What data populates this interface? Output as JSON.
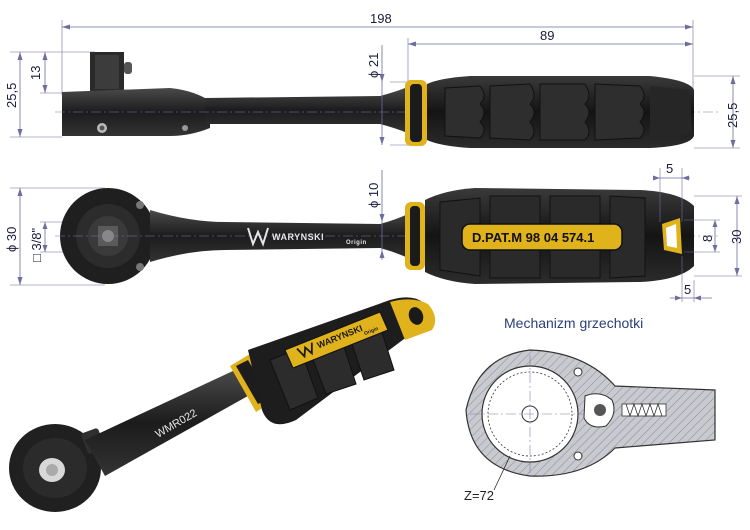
{
  "dimensions": {
    "overall_length": "198",
    "handle_length": "89",
    "head_height_total": "25,5",
    "drive_height": "13",
    "handle_diameter_side": "ϕ 21",
    "handle_end_height": "25,5",
    "shaft_diameter": "ϕ 10",
    "head_diameter": "ϕ 30",
    "drive_square": "□ 3/8\"",
    "slot_length": "5",
    "slot_width": "8",
    "handle_end_width": "30",
    "end_offset": "5"
  },
  "labels": {
    "patent": "D.PAT.M 98 04 574.1",
    "brand": "WARYNSKI",
    "brand_sub": "Origin",
    "model": "WMR022",
    "mechanism_title": "Mechanizm grzechotki",
    "teeth": "Z=72"
  },
  "colors": {
    "body": "#1e1e1e",
    "accent": "#e0b21c",
    "dimension": "#6d6da0",
    "section_fill": "#c4c4cc"
  }
}
